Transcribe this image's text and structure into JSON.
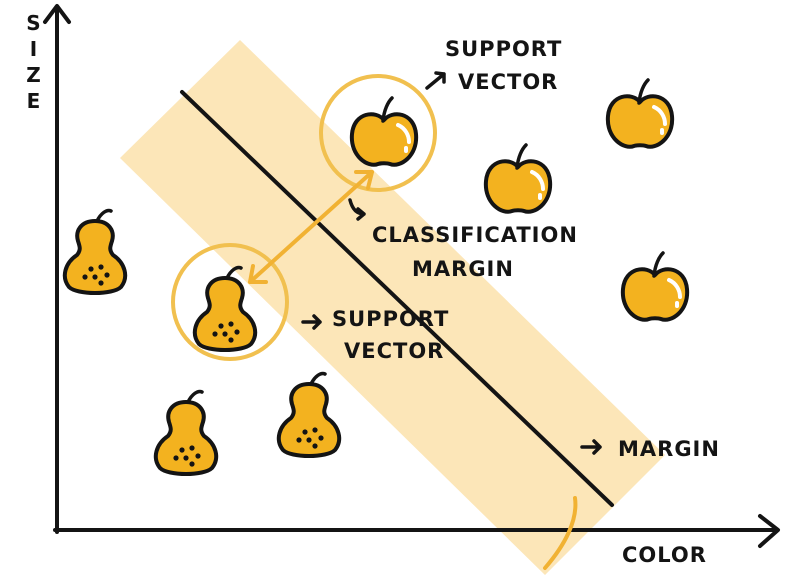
{
  "axes": {
    "y_label": "SIZE",
    "x_label": "COLOR"
  },
  "annotations": {
    "support_vector_top": [
      "SUPPORT",
      "VECTOR"
    ],
    "support_vector_left": [
      "SUPPORT",
      "VECTOR"
    ],
    "classification_margin": [
      "CLASSIFICATION",
      "MARGIN"
    ],
    "margin": "MARGIN"
  },
  "colors": {
    "fruit": "#F3B21F",
    "band": "#FCE6B8",
    "circle": "#F1C04F",
    "ink": "#141414",
    "arrow": "#F1B233"
  },
  "icons": {
    "apple": "apple-icon",
    "pear": "pear-icon"
  }
}
